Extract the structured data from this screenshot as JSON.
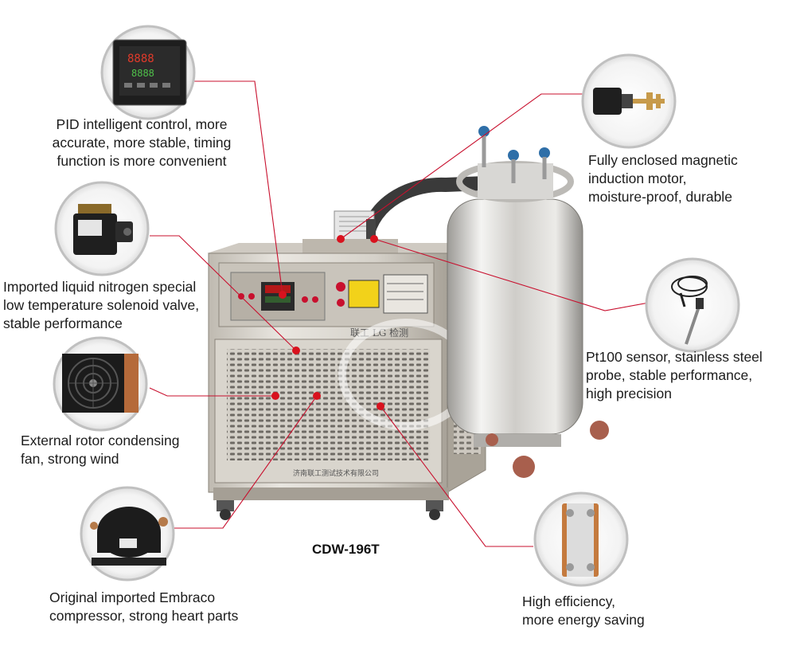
{
  "captions": {
    "pid": "PID intelligent control, more\naccurate, more stable, timing\nfunction is more convenient",
    "solenoid": "Imported liquid nitrogen special\nlow temperature solenoid valve,\nstable performance",
    "fan": "External rotor condensing\nfan, strong wind",
    "compressor": "Original imported Embraco\ncompressor, strong heart parts",
    "motor": "Fully enclosed magnetic\ninduction motor,\nmoisture-proof, durable",
    "sensor": "Pt100 sensor, stainless steel\nprobe, stable performance,\nhigh precision",
    "efficiency": "High efficiency,\nmore energy saving"
  },
  "model_label": "CDW-196T",
  "machine": {
    "logo_text": "联工 LG 检测",
    "company_text": "济南联工测试技术有限公司"
  },
  "colors": {
    "accent_red": "#c8102e",
    "callout_circle": "#c0c0c0",
    "steel_light": "#d8d4cc",
    "steel_dark": "#9a948a"
  },
  "icons": [
    "pid-controller-icon",
    "solenoid-valve-icon",
    "condensing-fan-icon",
    "compressor-icon",
    "motor-icon",
    "pt100-sensor-icon",
    "heat-exchanger-icon"
  ]
}
